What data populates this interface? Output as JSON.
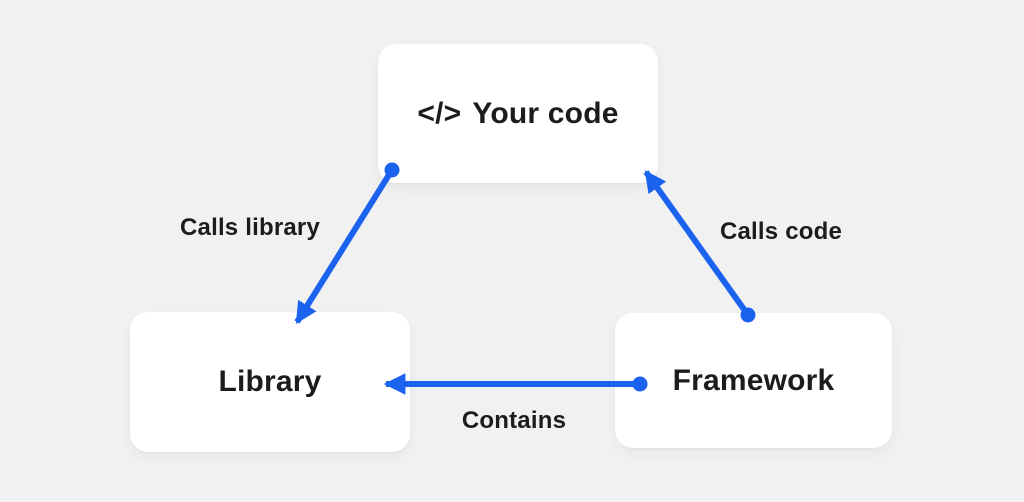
{
  "colors": {
    "background": "#f1f1f2",
    "card": "#ffffff",
    "accent": "#1b63ef",
    "text": "#1c1c1c"
  },
  "nodes": [
    {
      "id": "your-code",
      "icon": "</>",
      "label": "Your code"
    },
    {
      "id": "library",
      "label": "Library"
    },
    {
      "id": "framework",
      "label": "Framework"
    }
  ],
  "edges": [
    {
      "id": "calls-library",
      "from": "your-code",
      "to": "library",
      "label": "Calls library",
      "direction": "your-code -> library"
    },
    {
      "id": "calls-code",
      "from": "framework",
      "to": "your-code",
      "label": "Calls code",
      "direction": "framework -> your-code"
    },
    {
      "id": "contains",
      "from": "framework",
      "to": "library",
      "label": "Contains",
      "direction": "framework -> library"
    }
  ]
}
